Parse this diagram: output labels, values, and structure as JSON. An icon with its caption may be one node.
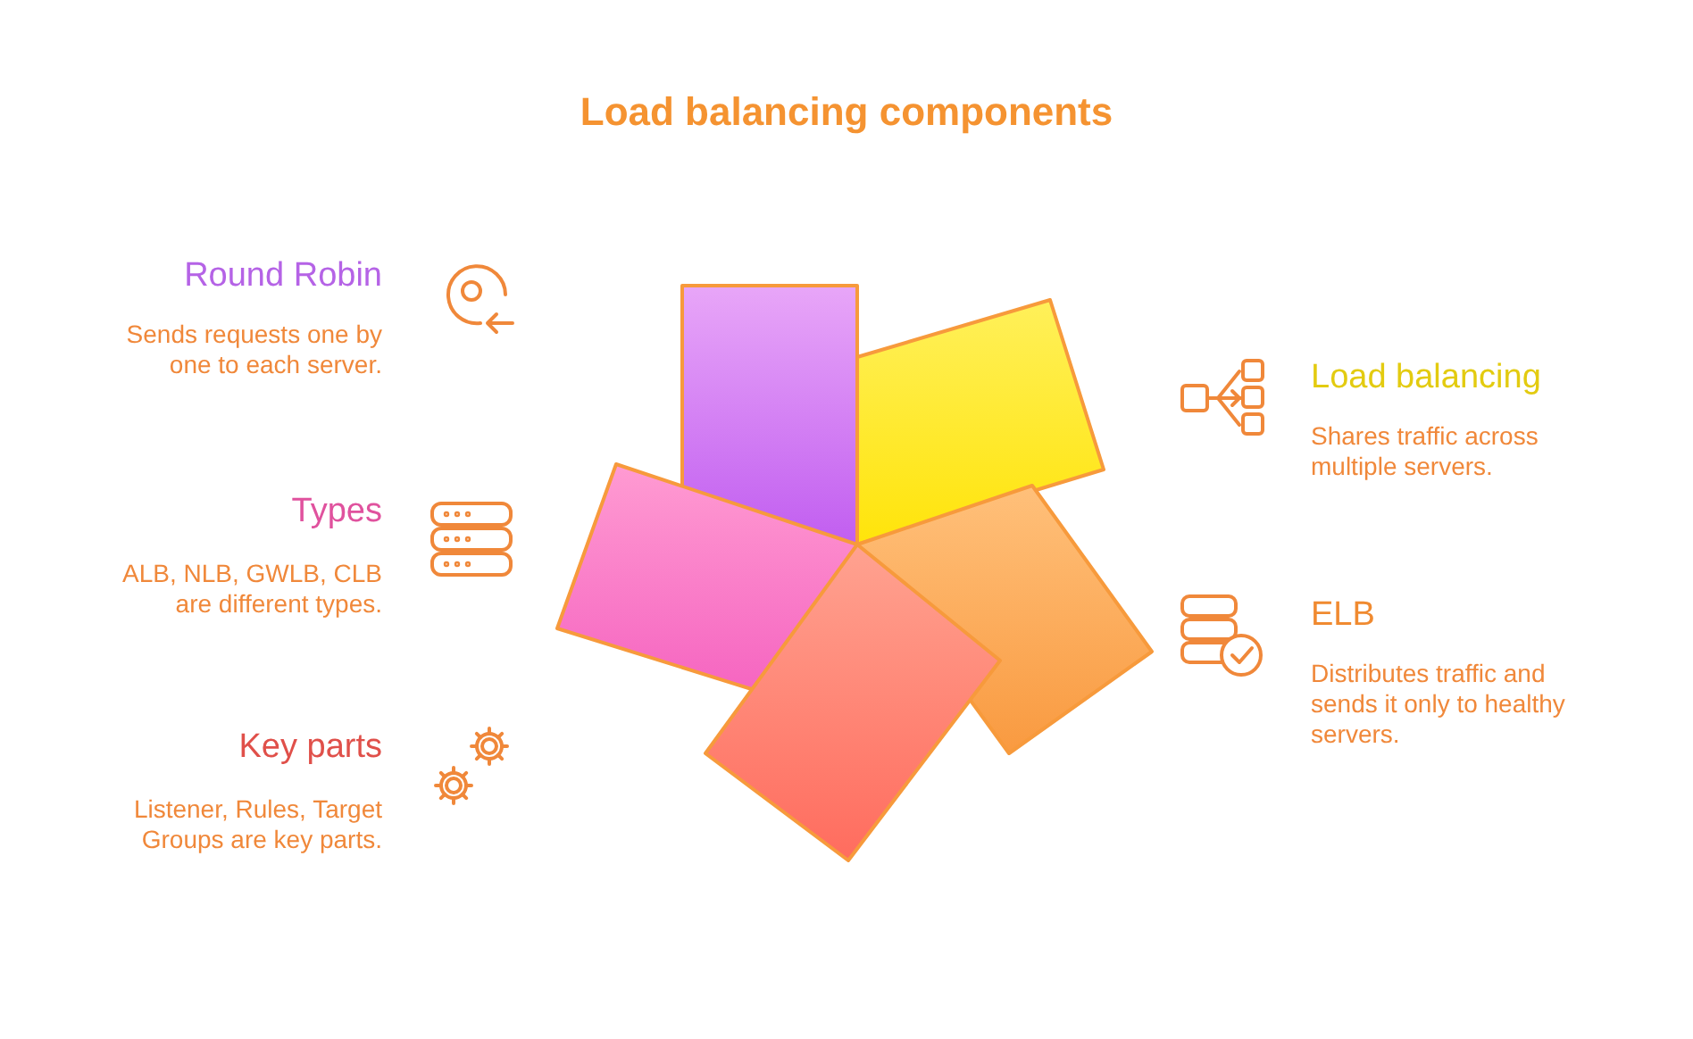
{
  "diagram": {
    "title": "Load balancing components",
    "labels": [
      "Round Robin",
      "Sends requests one by one to each server.",
      "Load balancing",
      "Shares traffic across multiple servers.",
      "Types",
      "ALB, NLB, GWLB, CLB are different types.",
      "ELB",
      "Distributes traffic and sends it only to healthy servers.",
      "Key parts",
      "Listener, Rules, Target Groups are key parts."
    ]
  }
}
